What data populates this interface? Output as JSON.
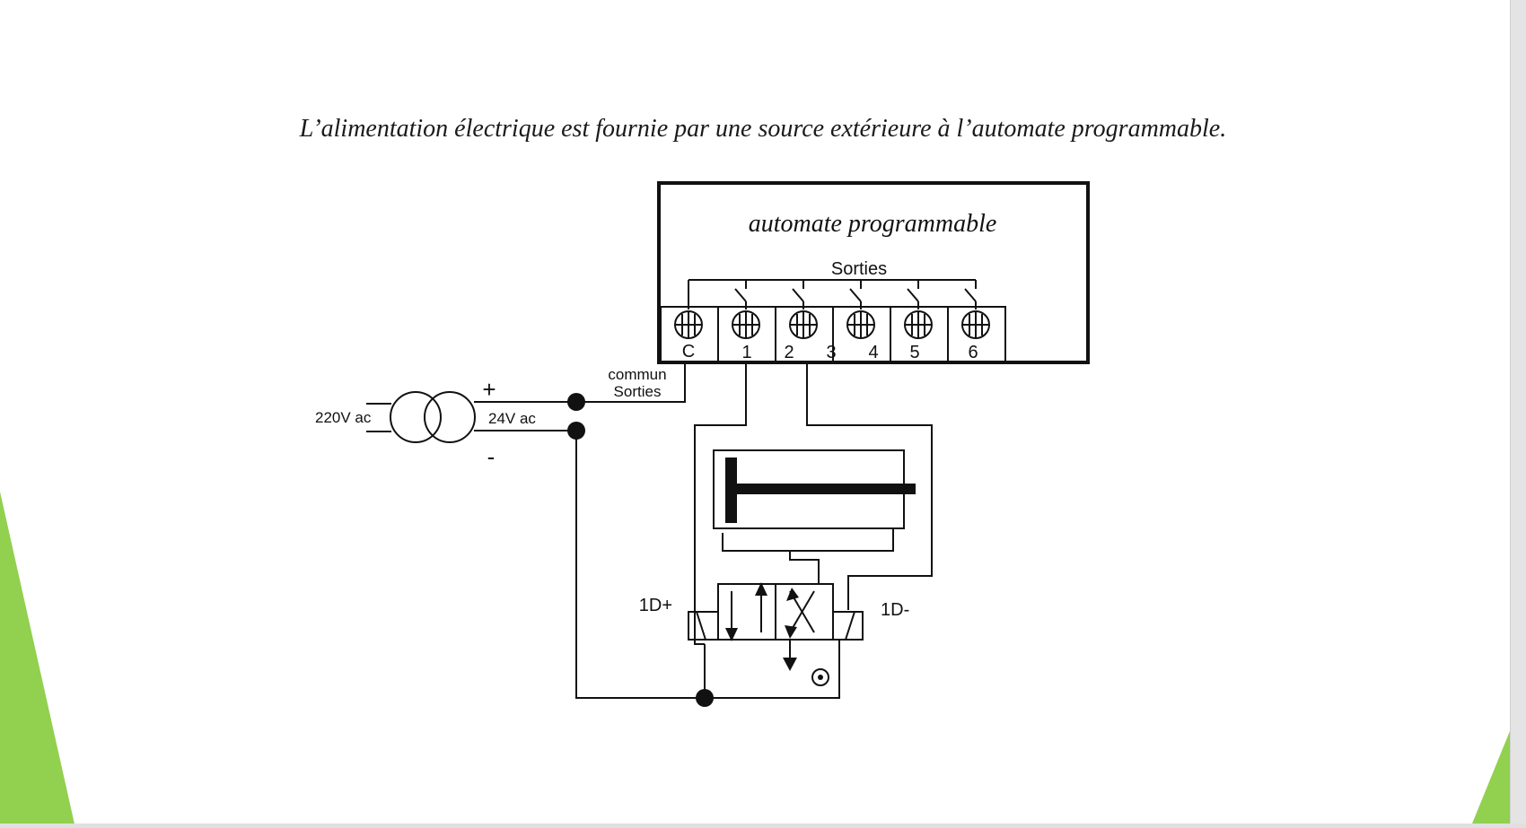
{
  "slide": {
    "caption": "L’alimentation électrique est fournie par une source extérieure à l’automate programmable."
  },
  "diagram": {
    "plc_title": "automate programmable",
    "outputs_label": "Sorties",
    "terminals": [
      "C",
      "1",
      "2",
      "3",
      "4",
      "5",
      "6"
    ],
    "common_label_line1": "commun",
    "common_label_line2": "Sorties",
    "primary_voltage": "220V ac",
    "secondary_voltage": "24V ac",
    "plus_sign": "+",
    "minus_sign": "-",
    "solenoid_plus": "1D+",
    "solenoid_minus": "1D-"
  },
  "colors": {
    "accent_green": "#92d050",
    "line": "#111111"
  }
}
